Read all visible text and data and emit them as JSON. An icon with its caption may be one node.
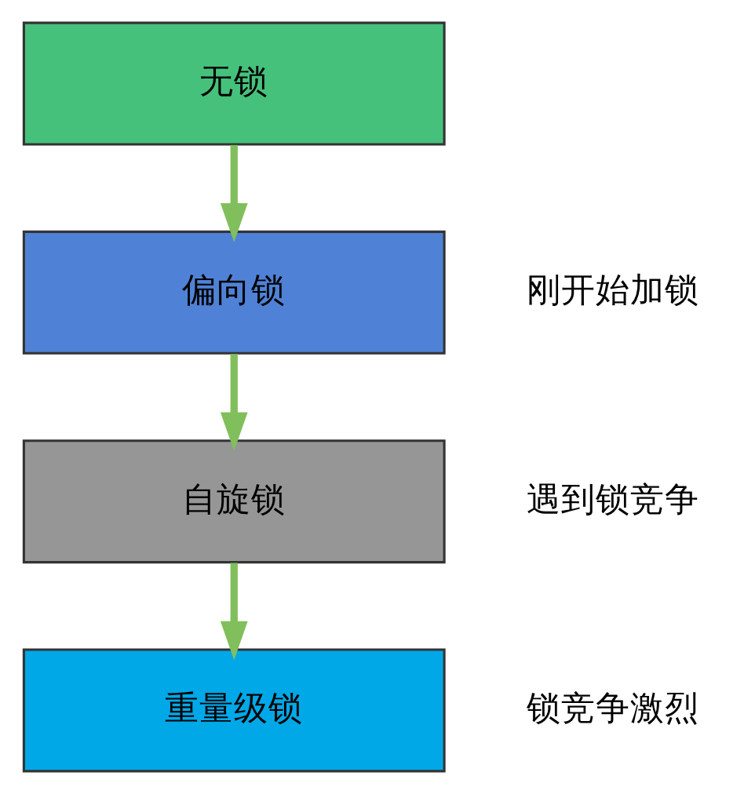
{
  "diagram": {
    "nodes": [
      {
        "text": [
          "无锁"
        ]
      },
      {
        "text": [
          "偏向锁"
        ],
        "beside": [
          "刚开始加锁"
        ]
      },
      {
        "text": [
          "自旋锁"
        ],
        "beside": [
          "遇到锁竞争"
        ]
      },
      {
        "text": [
          "重量级锁"
        ],
        "beside": [
          "锁竞争激烈"
        ]
      }
    ],
    "edges": [
      {
        "from": 0,
        "to": 1,
        "arrow": "to",
        "color": "#80bf5c"
      },
      {
        "from": 1,
        "to": 2,
        "arrow": "to",
        "color": "#80bf5c"
      },
      {
        "from": 2,
        "to": 3,
        "arrow": "to",
        "color": "#80bf5c"
      }
    ]
  }
}
